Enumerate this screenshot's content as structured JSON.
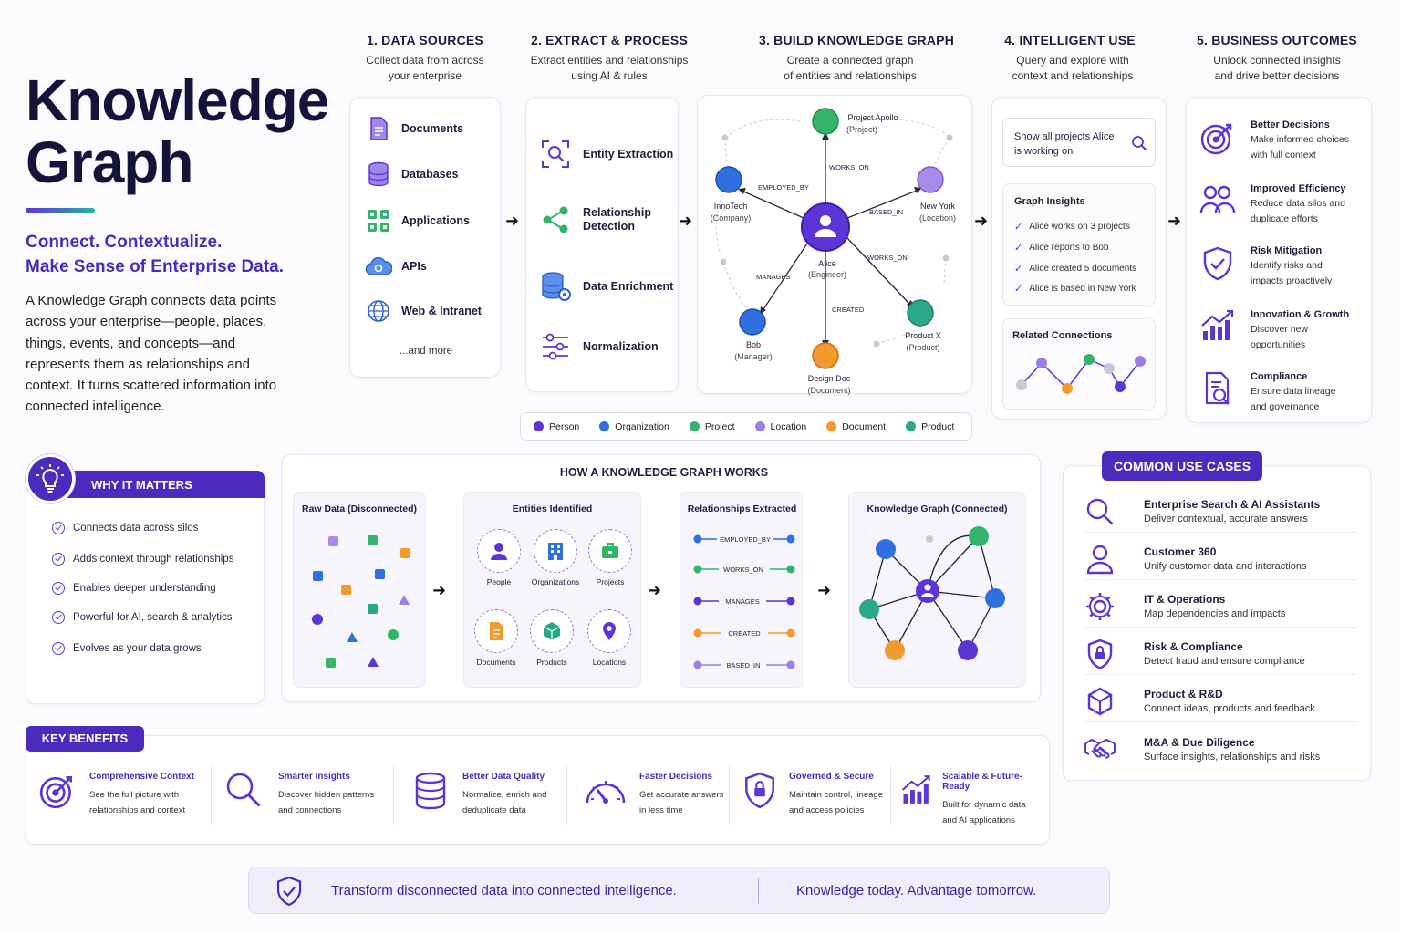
{
  "header": {
    "title_line1": "Knowledge",
    "title_line2": "Graph",
    "tagline_line1": "Connect. Contextualize.",
    "tagline_line2": "Make Sense of Enterprise Data.",
    "description": "A Knowledge Graph connects data points across your enterprise—people, places, things, events, and concepts—and represents them as relationships and context. It turns scattered information into connected intelligence."
  },
  "columns": [
    {
      "title": "1. DATA SOURCES",
      "sub1": "Collect data from across",
      "sub2": "your enterprise"
    },
    {
      "title": "2. EXTRACT & PROCESS",
      "sub1": "Extract entities and relationships",
      "sub2": "using AI & rules"
    },
    {
      "title": "3. BUILD KNOWLEDGE GRAPH",
      "sub1": "Create a connected graph",
      "sub2": "of entities and relationships"
    },
    {
      "title": "4. INTELLIGENT USE",
      "sub1": "Query and explore with",
      "sub2": "context and relationships"
    },
    {
      "title": "5. BUSINESS OUTCOMES",
      "sub1": "Unlock connected insights",
      "sub2": "and drive better decisions"
    }
  ],
  "data_sources": {
    "items": [
      {
        "label": "Documents",
        "icon": "document-icon"
      },
      {
        "label": "Databases",
        "icon": "database-icon"
      },
      {
        "label": "Applications",
        "icon": "applications-icon"
      },
      {
        "label": "APIs",
        "icon": "cloud-api-icon"
      },
      {
        "label": "Web & Intranet",
        "icon": "globe-icon"
      }
    ],
    "more": "...and more"
  },
  "extract": {
    "items": [
      {
        "label": "Entity Extraction",
        "icon": "entity-scan-icon"
      },
      {
        "label_line1": "Relationship",
        "label_line2": "Detection",
        "icon": "share-nodes-icon"
      },
      {
        "label": "Data Enrichment",
        "icon": "database-gear-icon"
      },
      {
        "label": "Normalization",
        "icon": "sliders-icon"
      }
    ]
  },
  "graph": {
    "nodes": {
      "apollo": {
        "name": "Project Apollo",
        "type": "(Project)"
      },
      "innotech": {
        "name": "InnoTech",
        "type": "(Company)"
      },
      "newyork": {
        "name": "New York",
        "type": "(Location)"
      },
      "alice": {
        "name": "Alice",
        "type": "(Engineer)"
      },
      "bob": {
        "name": "Bob",
        "type": "(Manager)"
      },
      "productx": {
        "name": "Product X",
        "type": "(Product)"
      },
      "designdoc": {
        "name": "Design Doc",
        "type": "(Document)"
      }
    },
    "edges": {
      "works_on_top": "WORKS_ON",
      "employed_by": "EMPLOYED_BY",
      "based_in": "BASED_IN",
      "works_on_right": "WORKS_ON",
      "manages": "MANAGES",
      "created": "CREATED"
    },
    "legend": [
      {
        "label": "Person",
        "color": "#5b35d5"
      },
      {
        "label": "Organization",
        "color": "#2f6fe0"
      },
      {
        "label": "Project",
        "color": "#34b36a"
      },
      {
        "label": "Location",
        "color": "#9b7fe6"
      },
      {
        "label": "Document",
        "color": "#f29a2e"
      },
      {
        "label": "Product",
        "color": "#2aa98a"
      }
    ]
  },
  "intelligent_use": {
    "search_line1": "Show all projects Alice",
    "search_line2": "is working on",
    "insights_title": "Graph Insights",
    "insights": [
      "Alice works on 3 projects",
      "Alice reports to Bob",
      "Alice created 5 documents",
      "Alice is based in New York"
    ],
    "related_title": "Related Connections"
  },
  "outcomes": [
    {
      "title": "Better Decisions",
      "desc1": "Make informed choices",
      "desc2": "with full context",
      "icon": "target-icon"
    },
    {
      "title": "Improved Efficiency",
      "desc1": "Reduce data silos and",
      "desc2": "duplicate efforts",
      "icon": "users-icon"
    },
    {
      "title": "Risk Mitigation",
      "desc1": "Identify risks and",
      "desc2": "impacts proactively",
      "icon": "shield-check-icon"
    },
    {
      "title": "Innovation & Growth",
      "desc1": "Discover new",
      "desc2": "opportunities",
      "icon": "growth-chart-icon"
    },
    {
      "title": "Compliance",
      "desc1": "Ensure data lineage",
      "desc2": "and governance",
      "icon": "document-search-icon"
    }
  ],
  "why": {
    "title": "WHY IT MATTERS",
    "items": [
      "Connects data across silos",
      "Adds context through relationships",
      "Enables deeper understanding",
      "Powerful for AI, search & analytics",
      "Evolves as your data grows"
    ]
  },
  "how": {
    "title": "HOW A KNOWLEDGE GRAPH WORKS",
    "panels": [
      "Raw Data (Disconnected)",
      "Entities Identified",
      "Relationships Extracted",
      "Knowledge Graph (Connected)"
    ],
    "entities": [
      "People",
      "Organizations",
      "Projects",
      "Documents",
      "Products",
      "Locations"
    ],
    "relationships": [
      {
        "label": "EMPLOYED_BY",
        "color": "#2f6fe0"
      },
      {
        "label": "WORKS_ON",
        "color": "#34b36a"
      },
      {
        "label": "MANAGES",
        "color": "#5b35d5"
      },
      {
        "label": "CREATED",
        "color": "#f29a2e"
      },
      {
        "label": "BASED_IN",
        "color": "#9b7fe6"
      }
    ]
  },
  "use_cases": {
    "title": "COMMON USE CASES",
    "items": [
      {
        "title": "Enterprise Search & AI Assistants",
        "desc": "Deliver contextual, accurate answers",
        "icon": "search-icon"
      },
      {
        "title": "Customer 360",
        "desc": "Unify customer data and interactions",
        "icon": "person-icon"
      },
      {
        "title": "IT & Operations",
        "desc": "Map dependencies and impacts",
        "icon": "gear-icon"
      },
      {
        "title": "Risk & Compliance",
        "desc": "Detect fraud and ensure compliance",
        "icon": "shield-lock-icon"
      },
      {
        "title": "Product & R&D",
        "desc": "Connect ideas, products and feedback",
        "icon": "cube-icon"
      },
      {
        "title": "M&A & Due Diligence",
        "desc": "Surface insights, relationships and risks",
        "icon": "handshake-icon"
      }
    ]
  },
  "benefits": {
    "title": "KEY BENEFITS",
    "items": [
      {
        "title": "Comprehensive Context",
        "desc1": "See the full picture with",
        "desc2": "relationships and context",
        "icon": "target-icon"
      },
      {
        "title": "Smarter Insights",
        "desc1": "Discover hidden patterns",
        "desc2": "and connections",
        "icon": "magnifier-icon"
      },
      {
        "title": "Better Data Quality",
        "desc1": "Normalize, enrich and",
        "desc2": "deduplicate data",
        "icon": "database-icon"
      },
      {
        "title": "Faster Decisions",
        "desc1": "Get accurate answers",
        "desc2": "in less time",
        "icon": "gauge-icon"
      },
      {
        "title": "Governed & Secure",
        "desc1": "Maintain control, lineage",
        "desc2": "and access policies",
        "icon": "shield-lock-icon"
      },
      {
        "title": "Scalable & Future-Ready",
        "desc1": "Built for dynamic data",
        "desc2": "and AI applications",
        "icon": "growth-chart-icon"
      }
    ]
  },
  "footer": {
    "left": "Transform disconnected data into connected intelligence.",
    "right": "Knowledge today. Advantage tomorrow."
  }
}
